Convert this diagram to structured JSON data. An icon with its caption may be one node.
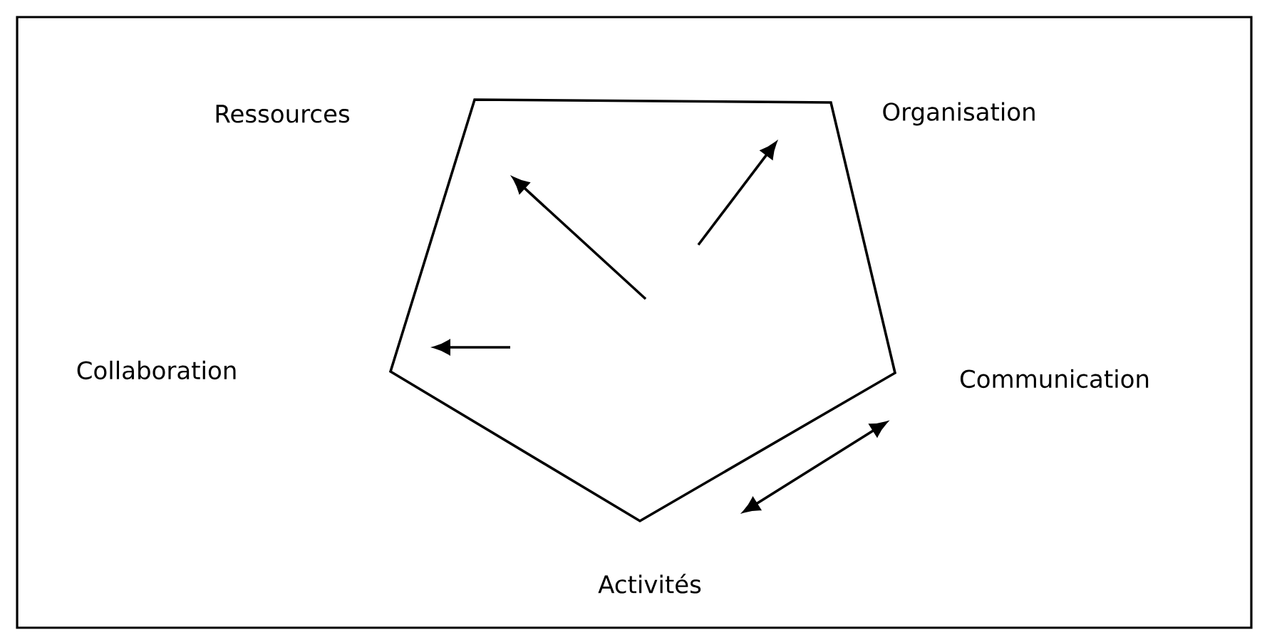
{
  "diagram": {
    "nodes": [
      {
        "text": [
          "Ressources"
        ]
      },
      {
        "text": [
          "Organisation"
        ]
      },
      {
        "text": [
          "Collaboration"
        ]
      },
      {
        "text": [
          "Communication"
        ]
      },
      {
        "text": [
          "Activités"
        ]
      }
    ],
    "edges": [
      {
        "from": 4,
        "to": 3,
        "arrow": "both"
      }
    ]
  }
}
